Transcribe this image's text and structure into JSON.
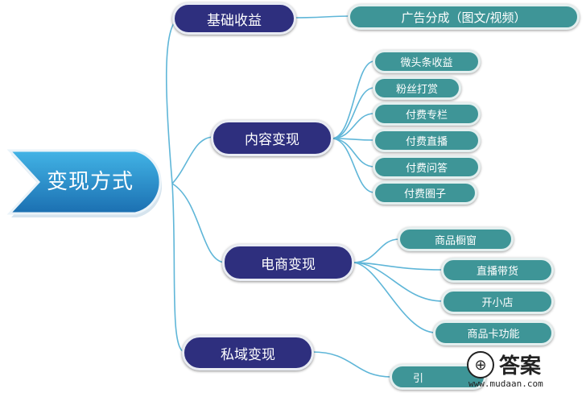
{
  "root": {
    "label": "变现方式"
  },
  "branches": [
    {
      "label": "基础收益",
      "children": [
        "广告分成（图文/视频）"
      ]
    },
    {
      "label": "内容变现",
      "children": [
        "微头条收益",
        "粉丝打赏",
        "付费专栏",
        "付费直播",
        "付费问答",
        "付费圈子"
      ]
    },
    {
      "label": "电商变现",
      "children": [
        "商品橱窗",
        "直播带货",
        "开小店",
        "商品卡功能"
      ]
    },
    {
      "label": "私域变现",
      "children": [
        "引"
      ]
    }
  ],
  "watermark": {
    "logo_glyph": "⊕",
    "title": "答案",
    "url": "www.mudaan.com"
  },
  "colors": {
    "branch_fill": "#2e2f7e",
    "leaf_fill": "#3e9597",
    "connector": "#5fb6d8",
    "root_fill_top": "#42b4e6",
    "root_fill_bottom": "#1b6fb1"
  }
}
